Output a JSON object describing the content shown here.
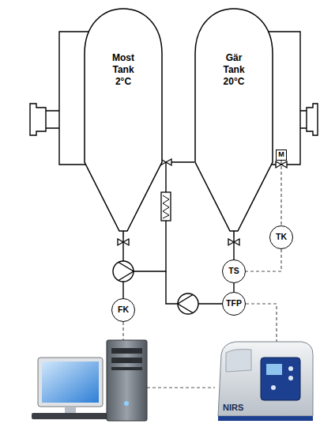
{
  "diagram": {
    "nodes": [
      {
        "text": [
          "Most Tank 2°C"
        ]
      },
      {
        "text": [
          "Gär Tank 20°C"
        ]
      },
      {
        "text": [
          "M"
        ]
      },
      {
        "text": [
          "TK"
        ]
      },
      {
        "text": [
          "TS"
        ]
      },
      {
        "text": [
          "TFP"
        ]
      },
      {
        "text": [
          "FK"
        ]
      }
    ],
    "edges": [
      {
        "from": 0,
        "to": 1,
        "arrow": "none"
      },
      {
        "from": 1,
        "to": 4,
        "arrow": "none"
      },
      {
        "from": 4,
        "to": 5,
        "arrow": "none"
      },
      {
        "from": 2,
        "to": 3,
        "arrow": "none"
      },
      {
        "from": 3,
        "to": 4,
        "arrow": "none"
      }
    ],
    "labels": [
      "NIRS"
    ]
  }
}
